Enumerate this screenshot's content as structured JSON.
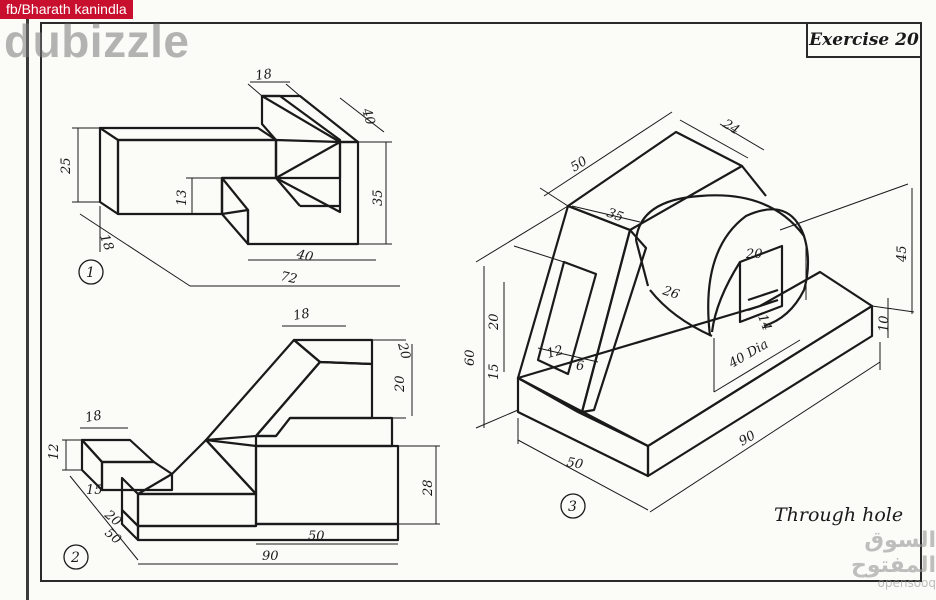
{
  "watermark": {
    "credit": "fb/Bharath kanindla",
    "brand": "dubizzle"
  },
  "sheet": {
    "title": "Exercise 20",
    "caption": "Through hole"
  },
  "marketplace": {
    "arabic": "السوق المفتوح",
    "latin": "opensooq"
  },
  "figures": [
    {
      "number": "1",
      "dims": {
        "top_depth": "18",
        "right_depth": "40",
        "height_left": "25",
        "step_height": "13",
        "height_right": "35",
        "base_depth": "18",
        "width_right": "40",
        "width_total": "72"
      }
    },
    {
      "number": "2",
      "dims": {
        "top_depth": "18",
        "top_right": "20",
        "vertical_right": "20",
        "left_depth": "18",
        "left_height": "12",
        "dim_15": "15",
        "dim_20": "20",
        "dim_50_left": "50",
        "width_50": "50",
        "width_90": "90",
        "height_28": "28"
      }
    },
    {
      "number": "3",
      "dims": {
        "top_50": "50",
        "top_24": "24",
        "slot_35": "35",
        "arc_26": "26",
        "hole_20": "20",
        "hole_14": "14",
        "dia_40": "40 Dia",
        "height_45": "45",
        "base_10": "10",
        "height_60": "60",
        "slot_20": "20",
        "slot_15": "15",
        "rib_12": "12",
        "rib_6": "6",
        "base_50": "50",
        "base_90": "90"
      }
    }
  ]
}
